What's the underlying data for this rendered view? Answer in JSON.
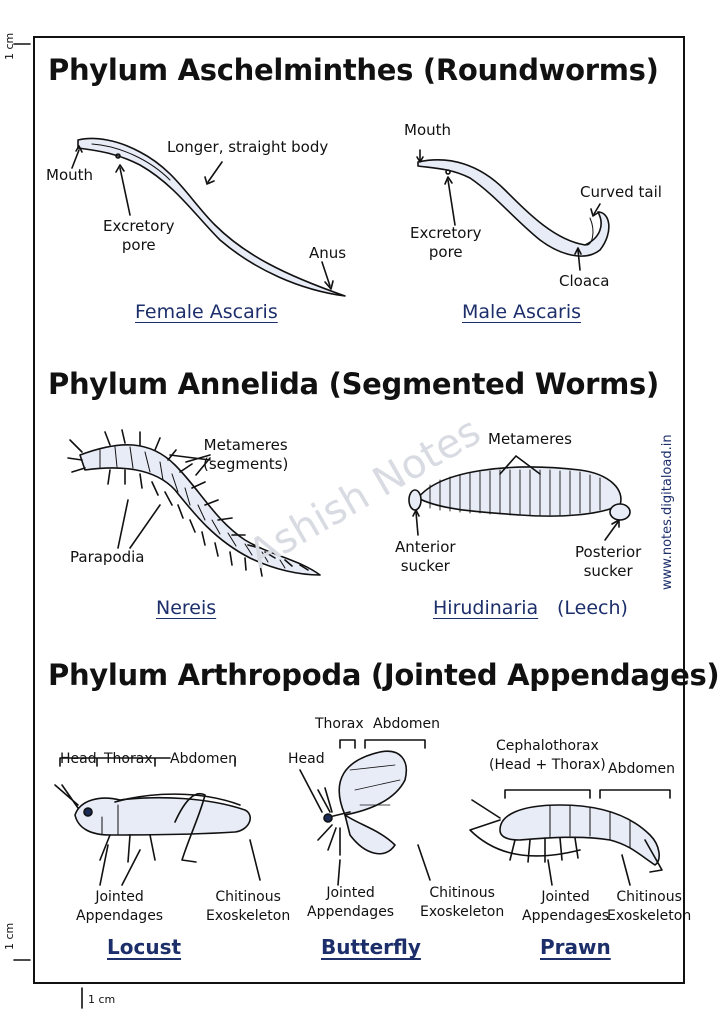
{
  "scale_marks": {
    "left_top": "1 cm",
    "left_bottom": "1 cm",
    "bottom": "1 cm"
  },
  "watermark": "Ashish Notes",
  "website": "www.notes.digitaload.in",
  "sections": {
    "aschelminthes": {
      "heading": "Phylum Aschelminthes (Roundworms)",
      "female": {
        "name": "Female Ascaris",
        "labels": {
          "mouth": "Mouth",
          "body": "Longer, straight body",
          "pore": "Excretory\npore",
          "anus": "Anus"
        }
      },
      "male": {
        "name": "Male Ascaris",
        "labels": {
          "mouth": "Mouth",
          "tail": "Curved tail",
          "pore": "Excretory\npore",
          "cloaca": "Cloaca"
        }
      }
    },
    "annelida": {
      "heading": "Phylum Annelida (Segmented Worms)",
      "nereis": {
        "name": "Nereis",
        "labels": {
          "metameres": "Metameres\n(segments)",
          "parapodia": "Parapodia"
        }
      },
      "leech": {
        "name": "Hirudinaria",
        "suffix": "(Leech)",
        "labels": {
          "metameres": "Metameres",
          "anterior": "Anterior\nsucker",
          "posterior": "Posterior\nsucker"
        }
      }
    },
    "arthropoda": {
      "heading": "Phylum Arthropoda (Jointed Appendages)",
      "locust": {
        "name": "Locust",
        "labels": {
          "head": "Head",
          "thorax": "Thorax",
          "abdomen": "Abdomen",
          "jointed": "Jointed\nAppendages",
          "chitinous": "Chitinous\nExoskeleton"
        }
      },
      "butterfly": {
        "name": "Butterfly",
        "labels": {
          "head": "Head",
          "thorax": "Thorax",
          "abdomen": "Abdomen",
          "jointed": "Jointed\nAppendages",
          "chitinous": "Chitinous\nExoskeleton"
        }
      },
      "prawn": {
        "name": "Prawn",
        "labels": {
          "cephalothorax": "Cephalothorax\n(Head + Thorax)",
          "abdomen": "Abdomen",
          "jointed": "Jointed\nAppendages",
          "chitinous": "Chitinous\nExoskeleton"
        }
      }
    }
  }
}
